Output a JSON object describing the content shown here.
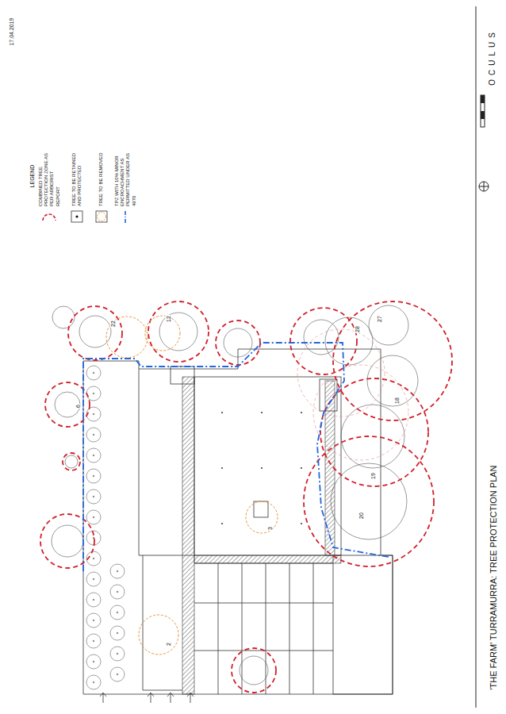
{
  "diagram": {
    "title": "'THE FARM' TURRAMURRA: TREE PROTECTION PLAN",
    "labels": [
      "17.04.2019",
      "LEGEND",
      "OCULUS",
      "20",
      "19",
      "18",
      "28",
      "27",
      "22",
      "12",
      "6",
      "3",
      "2"
    ],
    "legend": [
      {
        "text": "COMBINED TREE PROTECTION ZONE AS PER ARBORIST REPORT"
      },
      {
        "text": "TREE TO BE RETAINED AND PROTECTED"
      },
      {
        "text": "TREE TO BE REMOVED"
      },
      {
        "text": "TPZ WITH 10% MINOR ENCROACHMENT AS PERMITTED UNDER AS 4970"
      }
    ]
  }
}
